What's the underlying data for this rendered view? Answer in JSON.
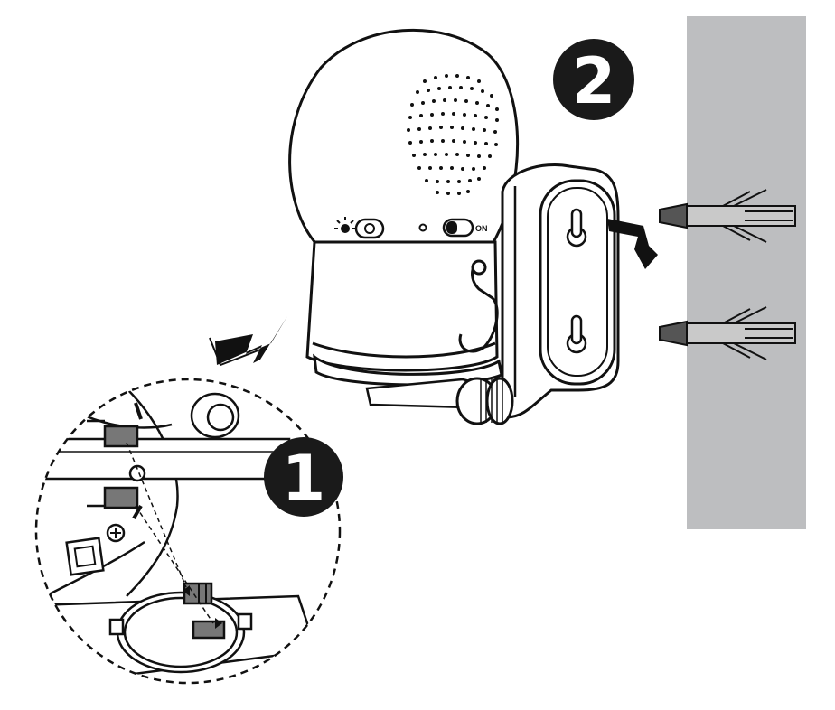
{
  "steps": [
    {
      "number": "1"
    },
    {
      "number": "2"
    }
  ],
  "camera": {
    "switch_label": "ON"
  },
  "colors": {
    "wall": "#bdbec0",
    "badge": "#1a1a1a",
    "line": "#111111",
    "anchor": "#c9c9c9",
    "screw": "#555555"
  }
}
